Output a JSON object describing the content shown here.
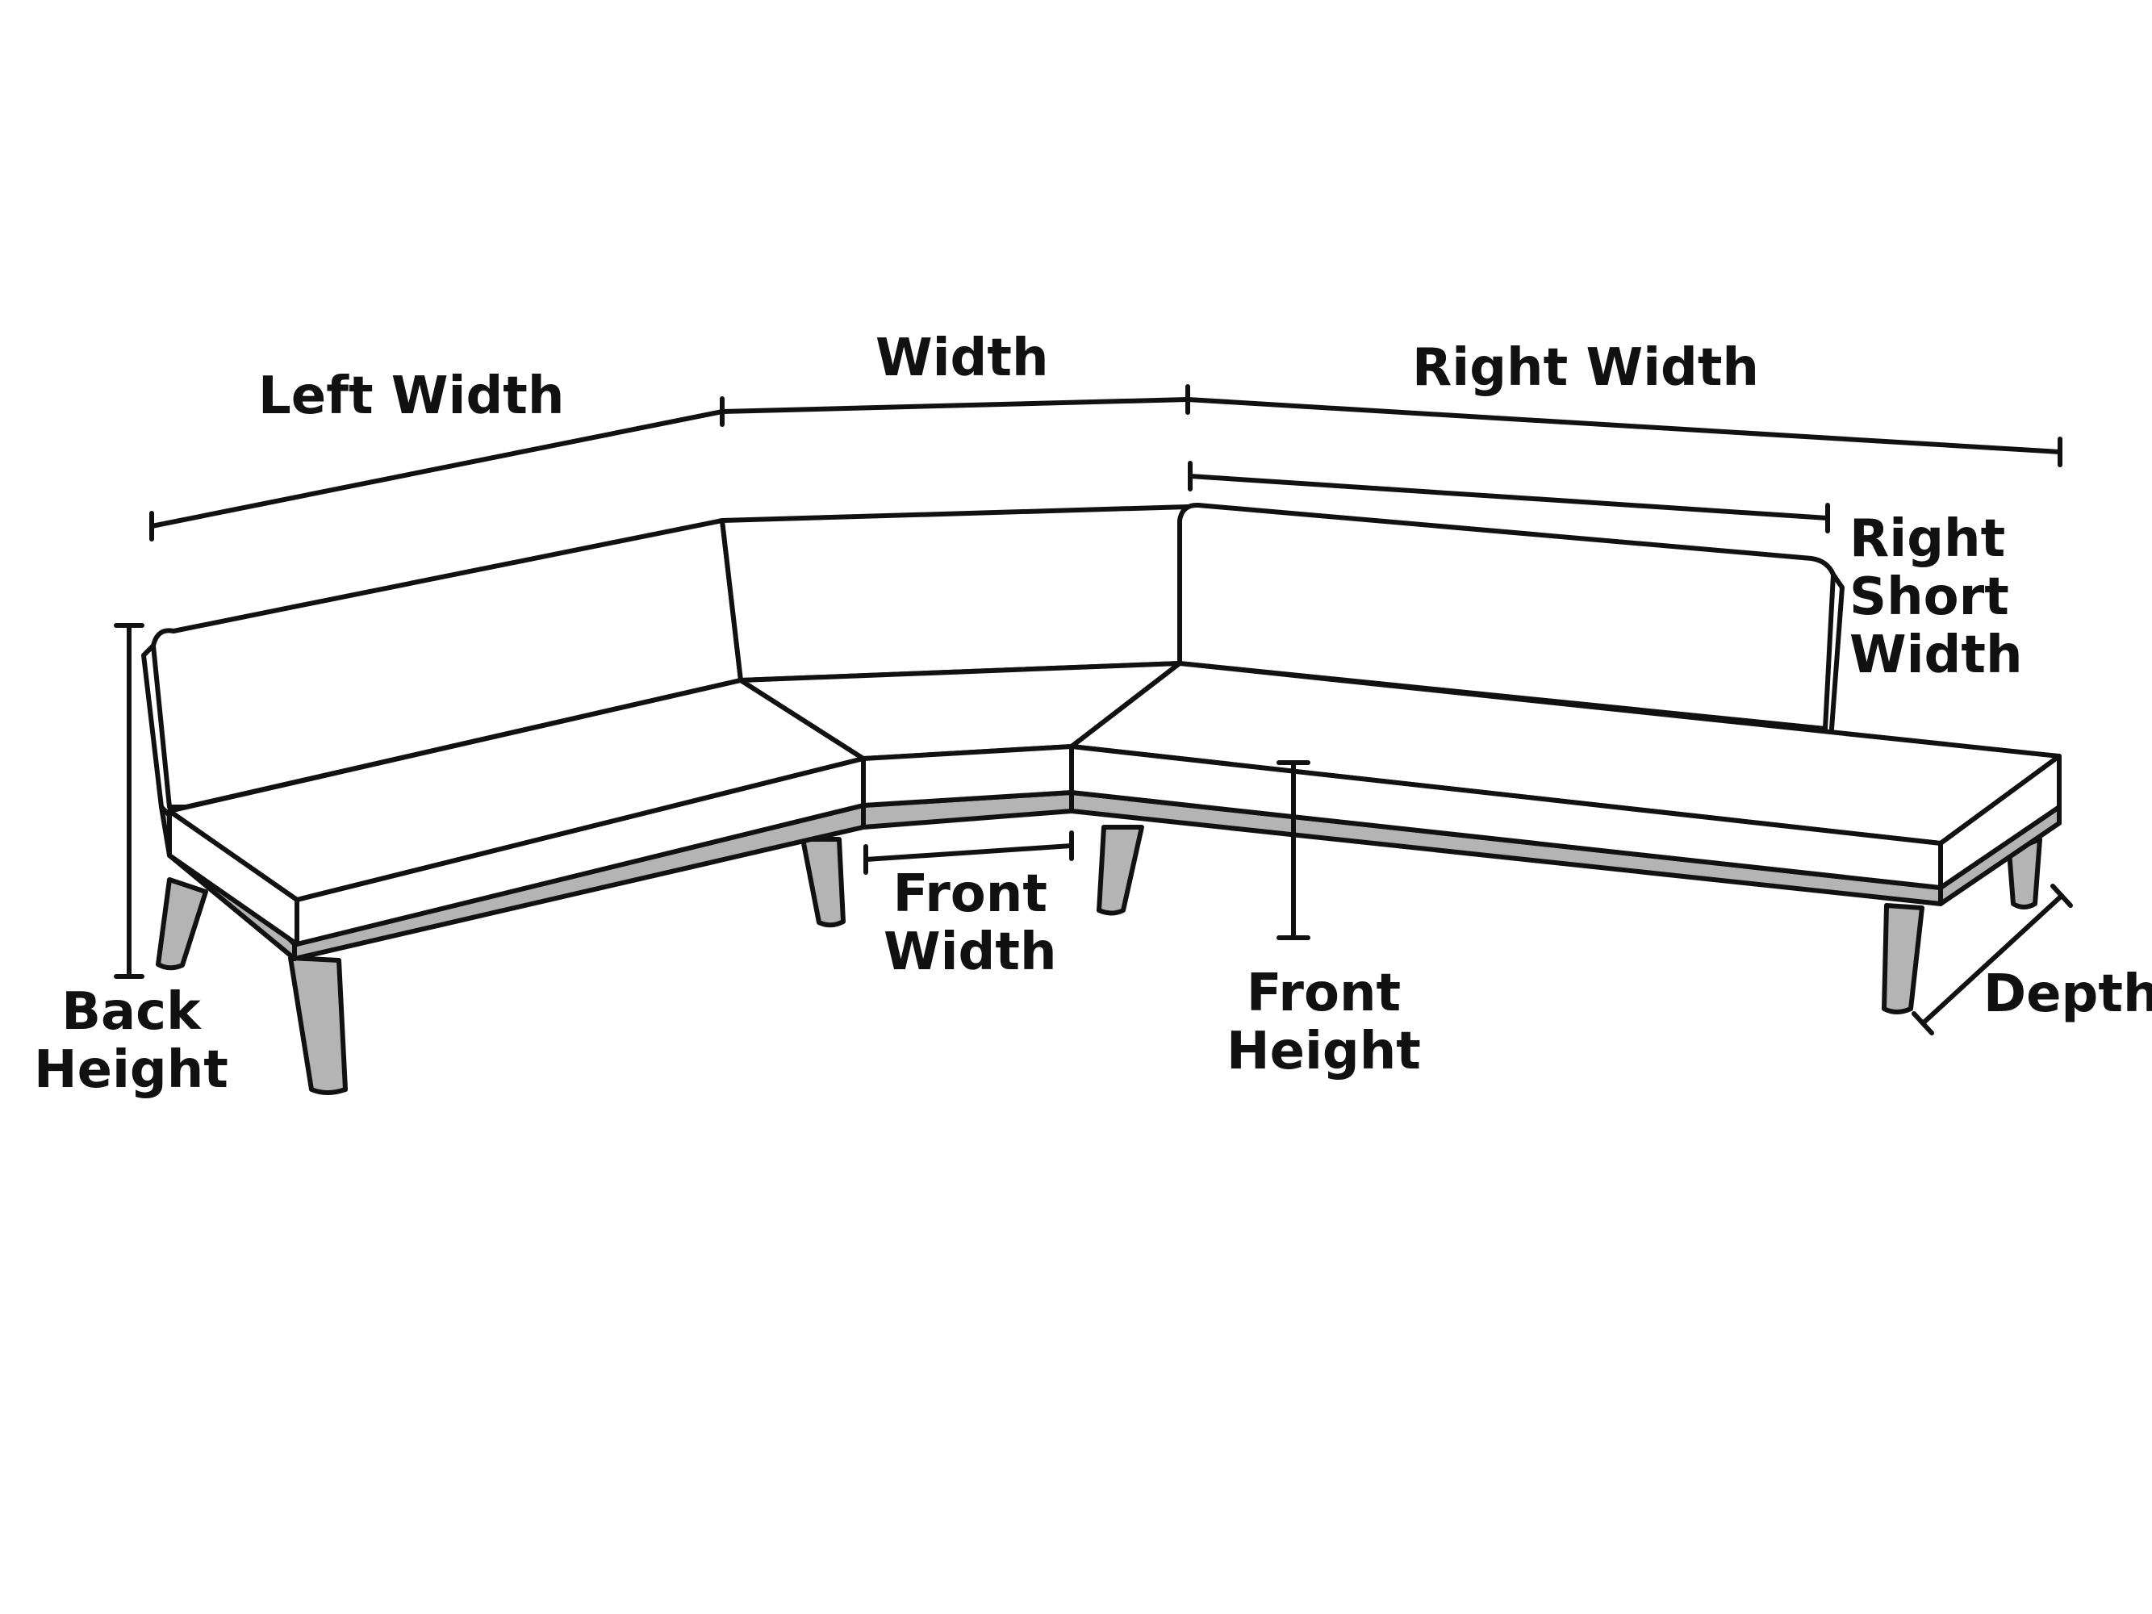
{
  "labels": {
    "left_width": "Left Width",
    "width": "Width",
    "right_width": "Right Width",
    "right_short_width": [
      "Right",
      "Short",
      "Width"
    ],
    "front_width": [
      "Front",
      "Width"
    ],
    "front_height": [
      "Front",
      "Height"
    ],
    "back_height": [
      "Back",
      "Height"
    ],
    "depth": "Depth"
  },
  "colors": {
    "line": "#111111",
    "frame": "#b4b4b4",
    "fill": "#ffffff"
  }
}
